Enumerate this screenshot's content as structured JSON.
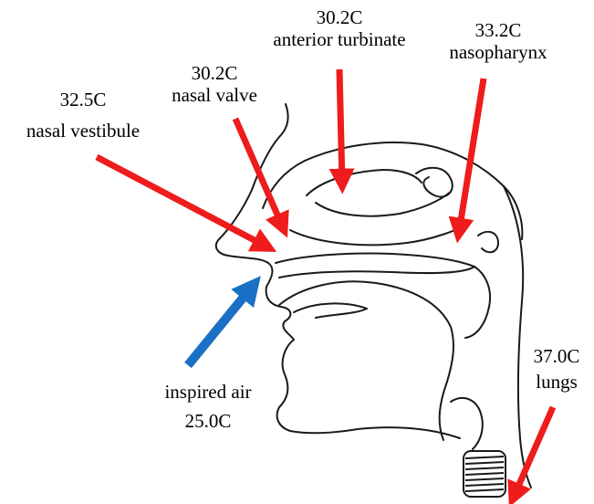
{
  "colors": {
    "temperature_arrow": "#ee1c1c",
    "inspired_air_arrow": "#1a70c4",
    "outline": "#1a1a1a",
    "background": "#ffffff"
  },
  "labels": {
    "anterior_turbinate": {
      "temperature": "30.2C",
      "name": "anterior turbinate"
    },
    "nasopharynx": {
      "temperature": "33.2C",
      "name": "nasopharynx"
    },
    "nasal_valve": {
      "temperature": "30.2C",
      "name": "nasal valve"
    },
    "nasal_vestibule": {
      "temperature": "32.5C",
      "name": "nasal vestibule"
    },
    "inspired_air": {
      "name": "inspired air",
      "temperature": "25.0C"
    },
    "lungs": {
      "temperature": "37.0C",
      "name": "lungs"
    }
  },
  "icons": {
    "arrow": "arrow-icon",
    "trachea": "trachea-icon"
  }
}
